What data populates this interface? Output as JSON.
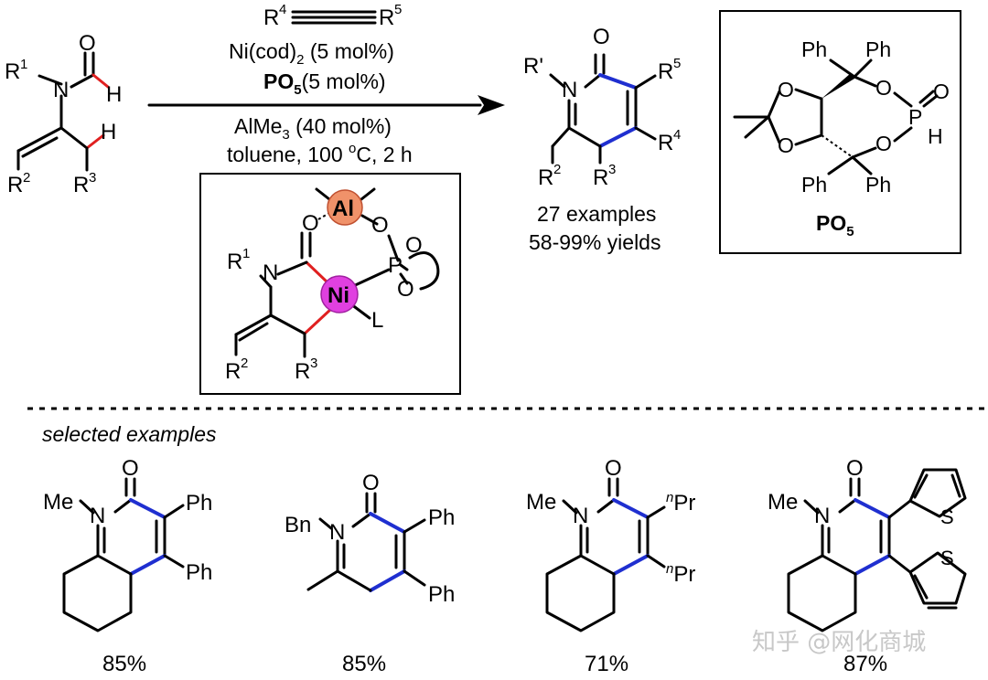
{
  "reagents": {
    "alkyne_r4": "R",
    "alkyne_r4_sup": "4",
    "alkyne_r5": "R",
    "alkyne_r5_sup": "5",
    "catalyst": "Ni(cod)",
    "catalyst_sub": "2",
    "catalyst_load": " (5 mol%)",
    "ligand": "PO",
    "ligand_sub": "5",
    "ligand_load": "(5 mol%)",
    "cocatalyst": "AlMe",
    "cocatalyst_sub": "3",
    "cocatalyst_load": " (40 mol%)",
    "conditions": "toluene, 100 ",
    "conditions_deg": "o",
    "conditions_tail": "C, 2 h"
  },
  "starting_material": {
    "r1": "R",
    "r1_sup": "1",
    "n": "N",
    "o": "O",
    "h_formyl": "H",
    "h_allyl": "H",
    "r2": "R",
    "r2_sup": "2",
    "r3": "R",
    "r3_sup": "3"
  },
  "product": {
    "rprime": "R'",
    "n": "N",
    "o": "O",
    "r5": "R",
    "r5_sup": "5",
    "r4": "R",
    "r4_sup": "4",
    "r2": "R",
    "r2_sup": "2",
    "r3": "R",
    "r3_sup": "3",
    "examples": "27 examples",
    "yields": "58-99% yields"
  },
  "intermediate": {
    "al": "Al",
    "ni": "Ni",
    "o1": "O",
    "o2": "O",
    "o3": "O",
    "o4": "O",
    "p": "P",
    "l": "L",
    "n": "N",
    "r1": "R",
    "r1_sup": "1",
    "r2": "R",
    "r2_sup": "2",
    "r3": "R",
    "r3_sup": "3"
  },
  "ligand_box": {
    "ph1": "Ph",
    "ph2": "Ph",
    "ph3": "Ph",
    "ph4": "Ph",
    "o1": "O",
    "o2": "O",
    "o3": "O",
    "o4": "O",
    "o5": "O",
    "p": "P",
    "h": "H",
    "name": "PO",
    "name_sub": "5"
  },
  "selected_header": "selected examples",
  "examples": [
    {
      "n_sub": "Me",
      "n": "N",
      "o": "O",
      "top": "Ph",
      "bottom": "Ph",
      "yield": "85%"
    },
    {
      "n_sub": "Bn",
      "n": "N",
      "o": "O",
      "top": "Ph",
      "bottom": "Ph",
      "yield": "85%"
    },
    {
      "n_sub": "Me",
      "n": "N",
      "o": "O",
      "top_pre": "n",
      "top": "Pr",
      "bottom_pre": "n",
      "bottom": "Pr",
      "yield": "71%"
    },
    {
      "n_sub": "Me",
      "n": "N",
      "o": "O",
      "s1": "S",
      "s2": "S",
      "yield": "87%"
    }
  ],
  "watermark": "知乎 @网化商城",
  "colors": {
    "blue_bond": "#1f2fd0",
    "red_bond": "#e02020",
    "al_ball": "#f0926a",
    "ni_ball": "#e040e0"
  }
}
